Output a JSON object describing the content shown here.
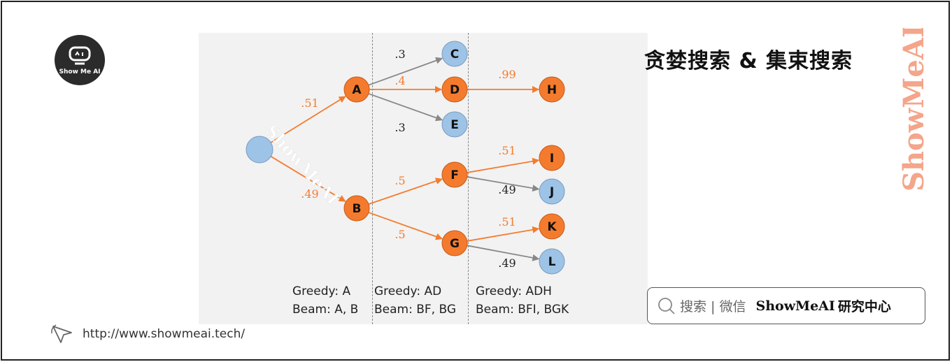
{
  "header": {
    "logo_text": "Show Me AI",
    "title": "贪婪搜索 & 集束搜索",
    "side_brand": "ShowMeAI"
  },
  "diagram": {
    "root": {
      "id": "root",
      "label": ""
    },
    "nodes": [
      {
        "id": "A",
        "label": "A",
        "selected": true
      },
      {
        "id": "B",
        "label": "B",
        "selected": true
      },
      {
        "id": "C",
        "label": "C",
        "selected": false
      },
      {
        "id": "D",
        "label": "D",
        "selected": true
      },
      {
        "id": "E",
        "label": "E",
        "selected": false
      },
      {
        "id": "F",
        "label": "F",
        "selected": true
      },
      {
        "id": "G",
        "label": "G",
        "selected": true
      },
      {
        "id": "H",
        "label": "H",
        "selected": true
      },
      {
        "id": "I",
        "label": "I",
        "selected": true
      },
      {
        "id": "J",
        "label": "J",
        "selected": false
      },
      {
        "id": "K",
        "label": "K",
        "selected": true
      },
      {
        "id": "L",
        "label": "L",
        "selected": false
      }
    ],
    "edges": [
      {
        "from": "root",
        "to": "A",
        "prob": ".51",
        "highlight": true
      },
      {
        "from": "root",
        "to": "B",
        "prob": ".49",
        "highlight": true
      },
      {
        "from": "A",
        "to": "C",
        "prob": ".3",
        "highlight": false
      },
      {
        "from": "A",
        "to": "D",
        "prob": ".4",
        "highlight": true
      },
      {
        "from": "A",
        "to": "E",
        "prob": ".3",
        "highlight": false
      },
      {
        "from": "D",
        "to": "H",
        "prob": ".99",
        "highlight": true
      },
      {
        "from": "B",
        "to": "F",
        "prob": ".5",
        "highlight": true
      },
      {
        "from": "B",
        "to": "G",
        "prob": ".5",
        "highlight": true
      },
      {
        "from": "F",
        "to": "I",
        "prob": ".51",
        "highlight": true
      },
      {
        "from": "F",
        "to": "J",
        "prob": ".49",
        "highlight": false
      },
      {
        "from": "G",
        "to": "K",
        "prob": ".51",
        "highlight": true
      },
      {
        "from": "G",
        "to": "L",
        "prob": ".49",
        "highlight": false
      }
    ],
    "watermark": "ShowMeAI",
    "captions": [
      {
        "greedy": "Greedy: A",
        "beam": "Beam: A, B"
      },
      {
        "greedy": "Greedy: AD",
        "beam": "Beam: BF, BG"
      },
      {
        "greedy": "Greedy: ADH",
        "beam": "Beam: BFI, BGK"
      }
    ]
  },
  "search": {
    "text": "搜索 | 微信",
    "brand": "ShowMeAI",
    "brand_cn": "研究中心"
  },
  "footer": {
    "url": "http://www.showmeai.tech/"
  },
  "colors": {
    "orange": "#f47b2e",
    "blue": "#9dc3e6",
    "gray_edge": "#888888",
    "panel": "#f2f2f2"
  }
}
